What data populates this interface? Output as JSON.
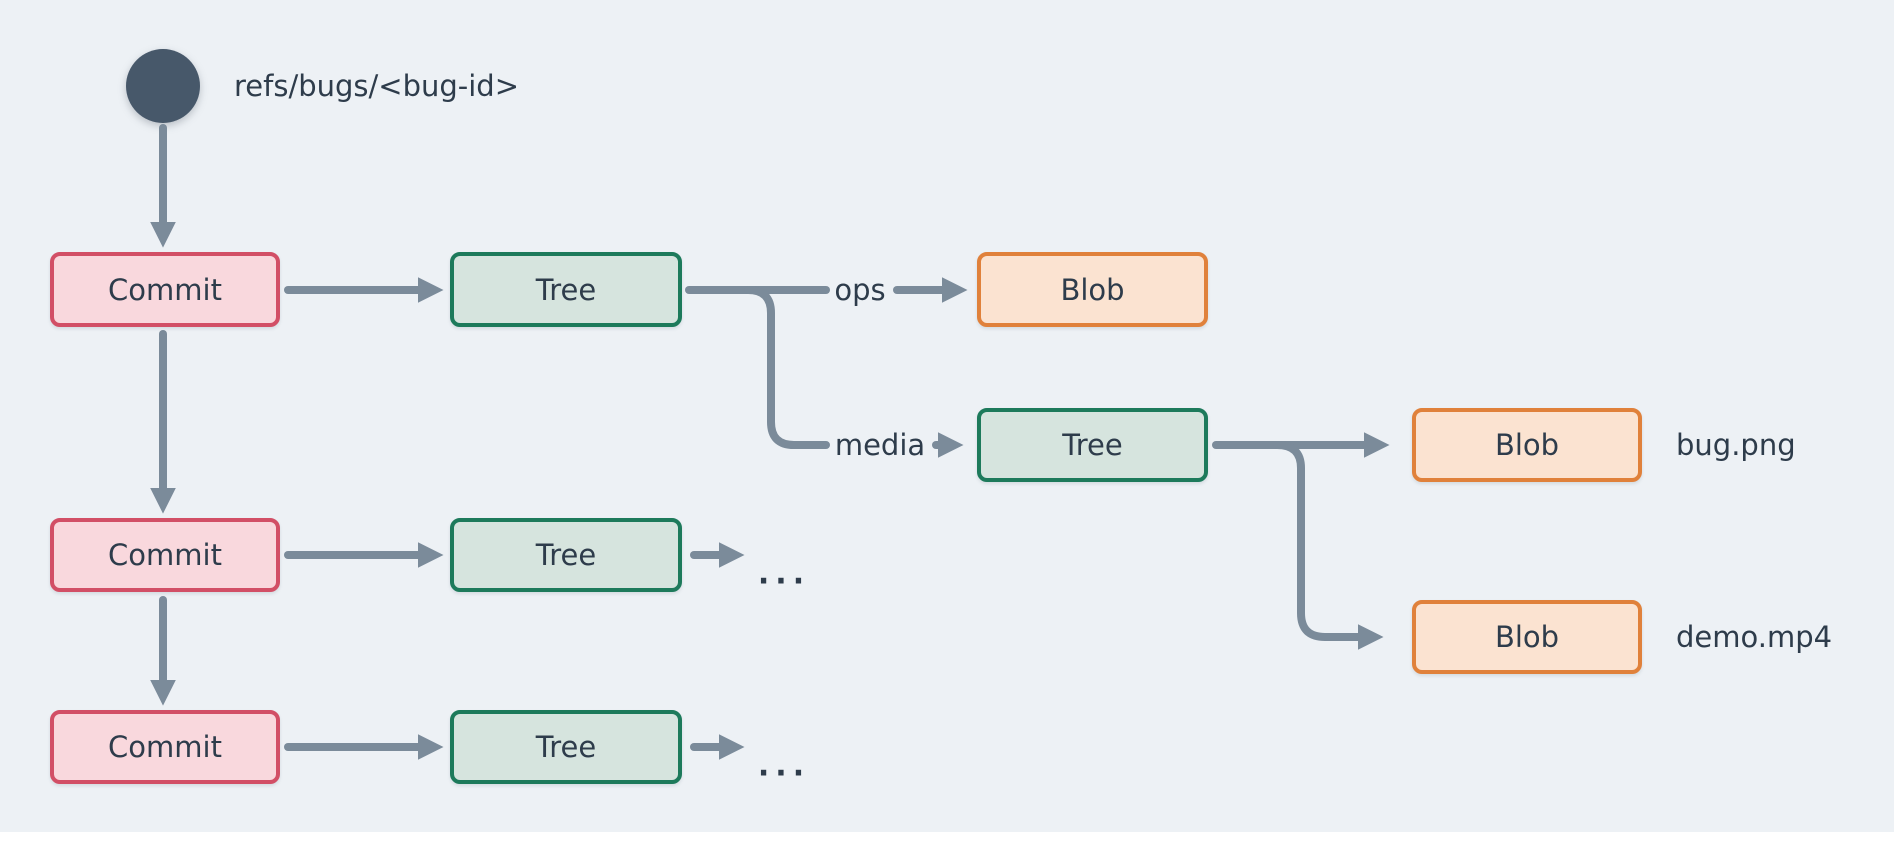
{
  "colors": {
    "background": "#edf1f5",
    "node_text": "#2e3c4b",
    "arrow": "#7b8b9a",
    "ref_circle": "#47586a",
    "commit_fill": "#f9d8dd",
    "commit_border": "#d24f66",
    "tree_fill": "#d6e4de",
    "tree_border": "#1d7a5b",
    "blob_fill": "#fbe3d1",
    "blob_border": "#e0813b"
  },
  "labels": {
    "ref": "refs/bugs/<bug-id>",
    "edge_ops": "ops",
    "edge_media": "media",
    "file_bug": "bug.png",
    "file_demo": "demo.mp4",
    "ellipsis": "..."
  },
  "nodes": {
    "commit_1": {
      "label": "Commit"
    },
    "commit_2": {
      "label": "Commit"
    },
    "commit_3": {
      "label": "Commit"
    },
    "tree_1": {
      "label": "Tree"
    },
    "tree_2": {
      "label": "Tree"
    },
    "tree_3": {
      "label": "Tree"
    },
    "tree_media": {
      "label": "Tree"
    },
    "blob_ops": {
      "label": "Blob"
    },
    "blob_bug": {
      "label": "Blob"
    },
    "blob_demo": {
      "label": "Blob"
    }
  }
}
